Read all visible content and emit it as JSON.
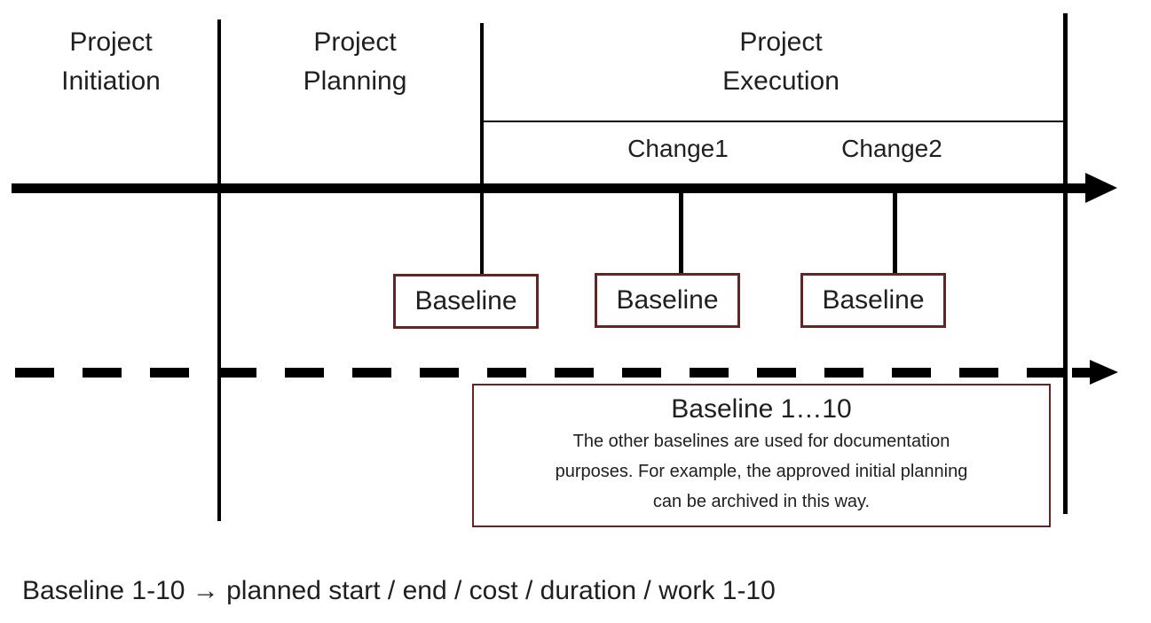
{
  "diagram": {
    "phases": [
      {
        "label": "Project\nInitiation"
      },
      {
        "label": "Project\nPlanning"
      },
      {
        "label": "Project\nExecution"
      }
    ],
    "changes": [
      {
        "label": "Change1"
      },
      {
        "label": "Change2"
      }
    ],
    "baseline_boxes": [
      {
        "label": "Baseline"
      },
      {
        "label": "Baseline"
      },
      {
        "label": "Baseline"
      }
    ],
    "info_box": {
      "title": "Baseline 1…10",
      "body": "The other baselines are used for documentation\npurposes. For example, the approved initial planning\ncan be archived in this way."
    },
    "caption": "Baseline 1-10 → planned start / end / cost / duration / work 1-10",
    "colors": {
      "line": "#000000",
      "text": "#1f1f1f",
      "box_border": "#632423",
      "background": "#ffffff"
    }
  }
}
